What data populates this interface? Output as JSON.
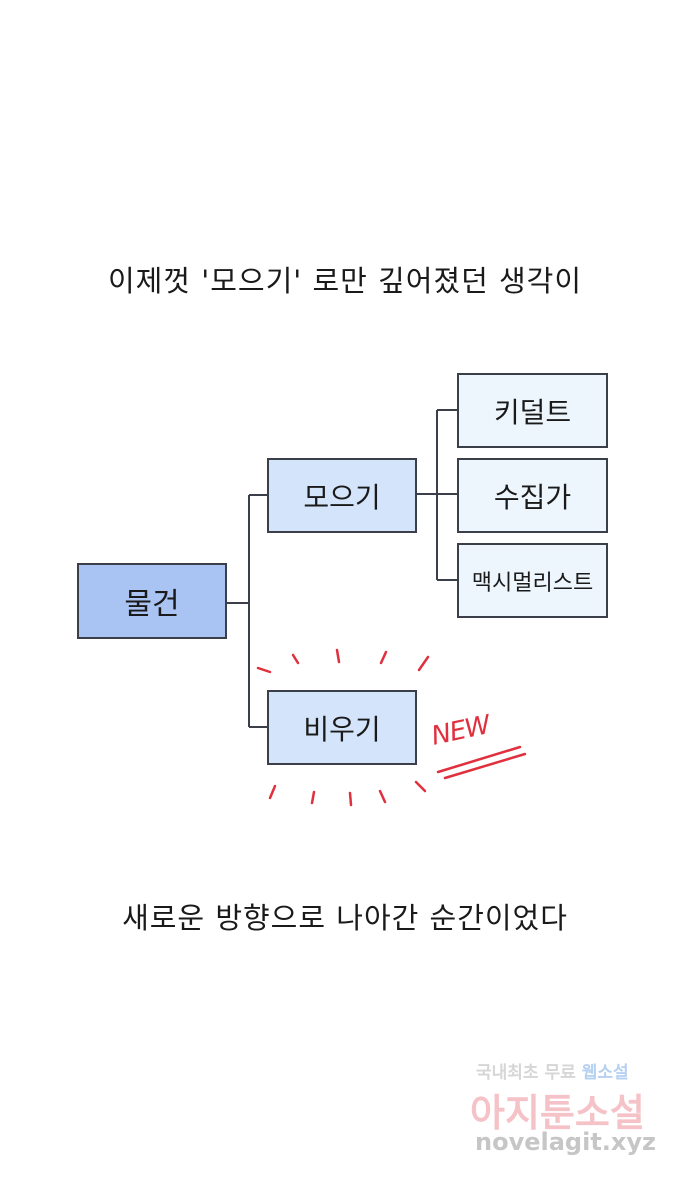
{
  "captions": {
    "top": "이제껏 '모으기' 로만 깊어졌던 생각이",
    "bottom": "새로운 방향으로 나아간 순간이었다"
  },
  "diagram": {
    "root": "물건",
    "branch_collect": "모으기",
    "branch_empty": "비우기",
    "leaves": [
      "키덜트",
      "수집가",
      "맥시멀리스트"
    ],
    "new_label": "NEW"
  },
  "colors": {
    "root_fill": "#a9c3f2",
    "branch_fill": "#d4e4fb",
    "leaf_fill": "#eef6fd",
    "accent_red": "#e0303e"
  },
  "watermark": {
    "line1_prefix": "국내최초 무료",
    "line1_highlight": "웹소설",
    "line2": "아지툰소설",
    "line3": "novelagit.xyz"
  }
}
